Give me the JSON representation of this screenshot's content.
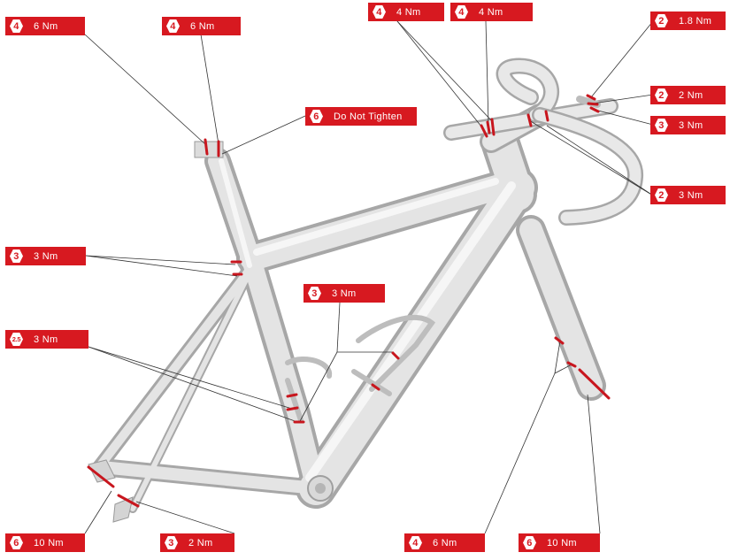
{
  "colors": {
    "accent": "#d71920",
    "frame": "#c9c9c9",
    "leader": "#333333",
    "bolt": "#c8161e"
  },
  "callouts": [
    {
      "id": "seatclamp-a",
      "size": "4",
      "torque": "6 Nm"
    },
    {
      "id": "seatclamp-b",
      "size": "4",
      "torque": "6 Nm"
    },
    {
      "id": "seatpost-wedge",
      "size": "6",
      "torque": "Do Not Tighten"
    },
    {
      "id": "stem-a",
      "size": "4",
      "torque": "4 Nm"
    },
    {
      "id": "stem-b",
      "size": "4",
      "torque": "4 Nm"
    },
    {
      "id": "lever-clamp",
      "size": "2",
      "torque": "1.8 Nm"
    },
    {
      "id": "shifter-a",
      "size": "2",
      "torque": "2 Nm"
    },
    {
      "id": "shifter-b",
      "size": "3",
      "torque": "3 Nm"
    },
    {
      "id": "bar-clamp",
      "size": "2",
      "torque": "3 Nm"
    },
    {
      "id": "seattube-fd",
      "size": "3",
      "torque": "3 Nm"
    },
    {
      "id": "bottle-downtube",
      "size": "3",
      "torque": "3 Nm"
    },
    {
      "id": "bottle-seattube",
      "size": "2.5",
      "torque": "3 Nm"
    },
    {
      "id": "rear-axle",
      "size": "6",
      "torque": "10 Nm"
    },
    {
      "id": "rear-derailleur",
      "size": "3",
      "torque": "2 Nm"
    },
    {
      "id": "fork-brake",
      "size": "4",
      "torque": "6 Nm"
    },
    {
      "id": "front-axle",
      "size": "6",
      "torque": "10 Nm"
    }
  ]
}
